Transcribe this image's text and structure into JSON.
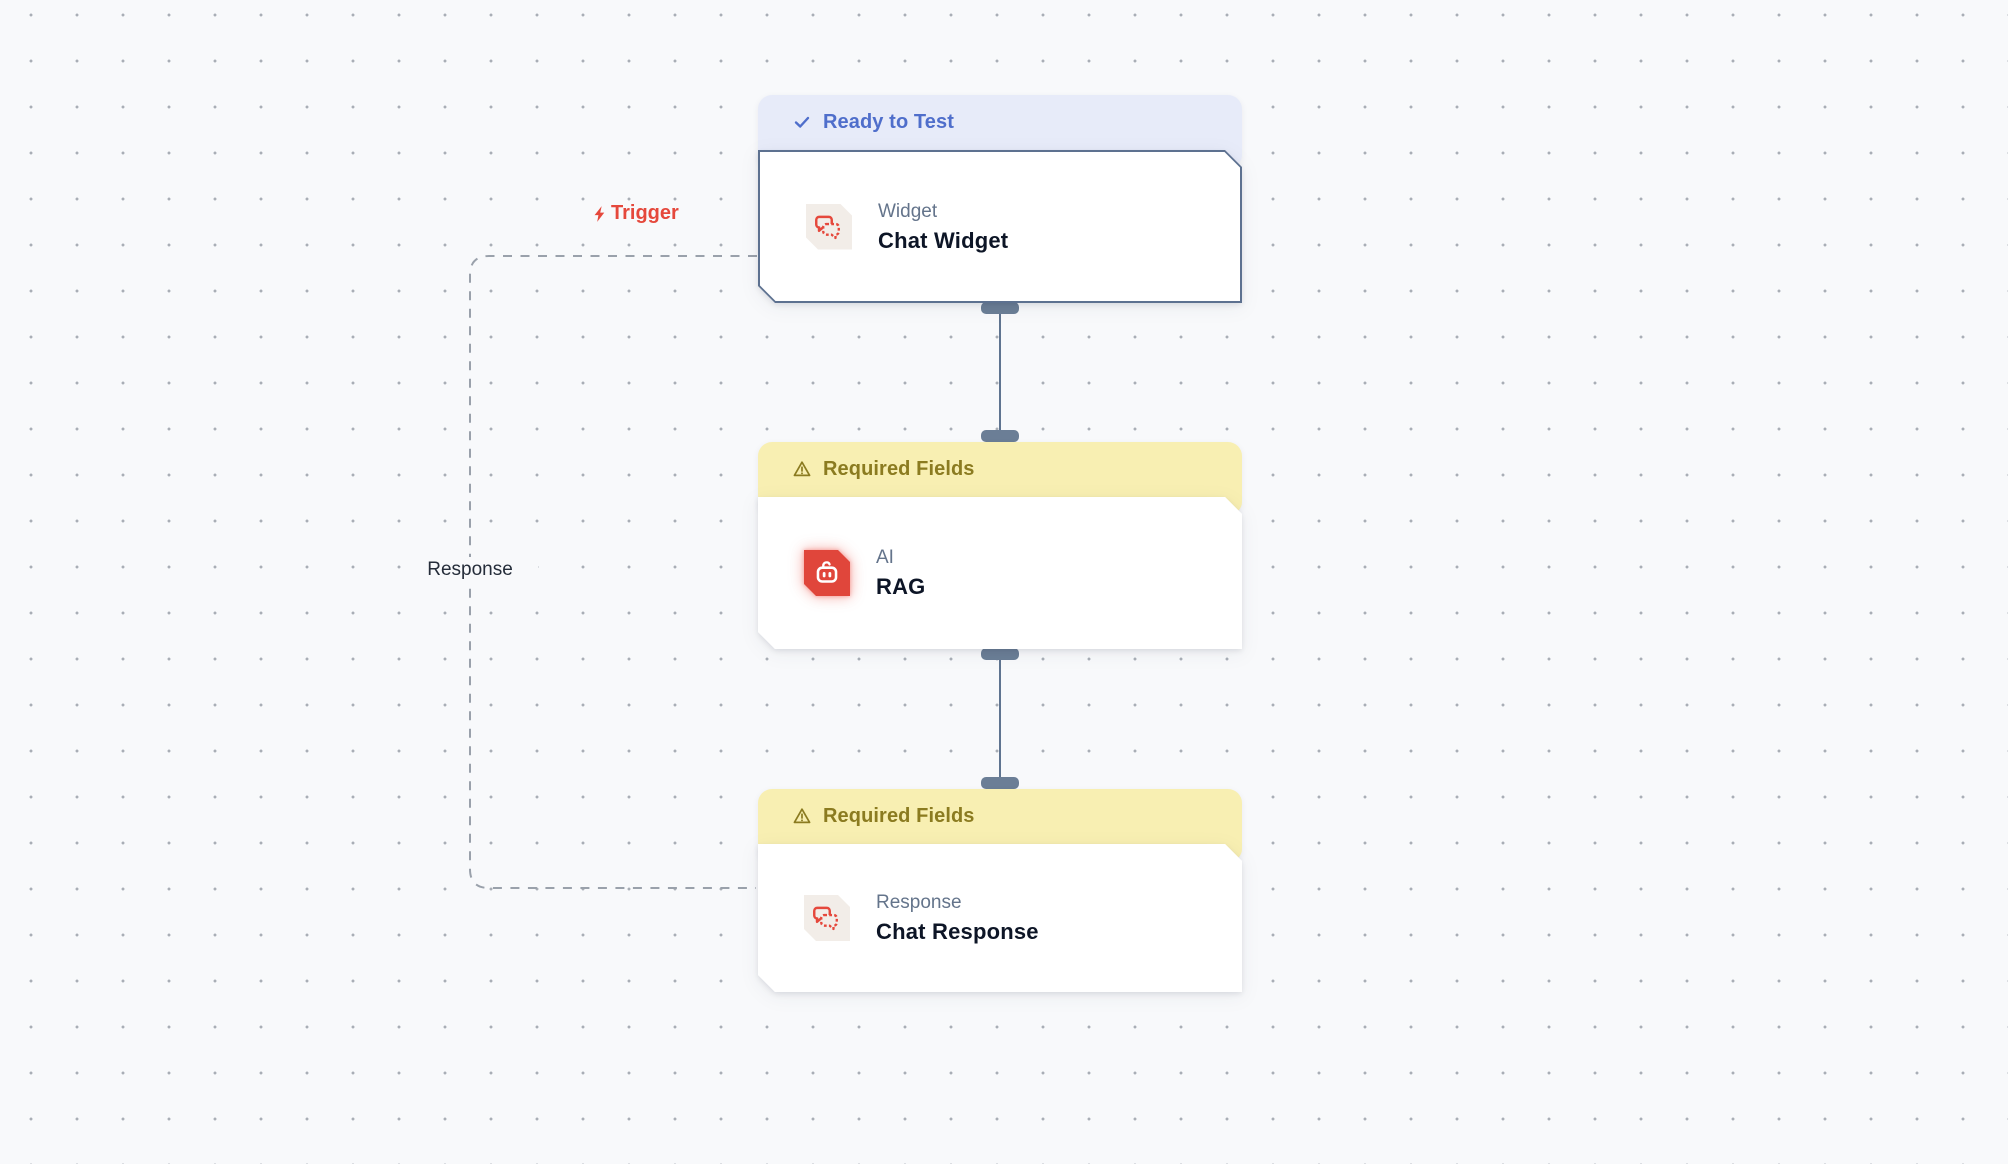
{
  "canvas": {
    "background": "#f8f9fb",
    "dot_color": "#a9aeb6"
  },
  "edges": {
    "trigger": {
      "label": "Trigger",
      "icon": "lightning-icon",
      "color": "#e5483c"
    },
    "response_loop": {
      "label": "Response",
      "style": "dashed",
      "color": "#9aa1ab"
    }
  },
  "nodes": [
    {
      "status": {
        "label": "Ready to Test",
        "icon": "check-icon",
        "variant": "ready",
        "bg": "#e7ebf9",
        "text_color": "#4f6ecb"
      },
      "category": "Widget",
      "title": "Chat Widget",
      "icon": "chat-bubbles-icon",
      "selected": true
    },
    {
      "status": {
        "label": "Required Fields",
        "icon": "warning-icon",
        "variant": "warning",
        "bg": "#f8efb2",
        "text_color": "#8b7b20"
      },
      "category": "AI",
      "title": "RAG",
      "icon": "robot-icon",
      "selected": false
    },
    {
      "status": {
        "label": "Required Fields",
        "icon": "warning-icon",
        "variant": "warning",
        "bg": "#f8efb2",
        "text_color": "#8b7b20"
      },
      "category": "Response",
      "title": "Chat Response",
      "icon": "chat-bubbles-icon",
      "selected": false
    }
  ],
  "colors": {
    "accent_red": "#e5483c",
    "selected_border": "#5d7190",
    "connector": "#6b7e96",
    "dashed_edge": "#9aa1ab",
    "status_ready_text": "#4f6ecb",
    "status_warning_text": "#8b7b20"
  }
}
